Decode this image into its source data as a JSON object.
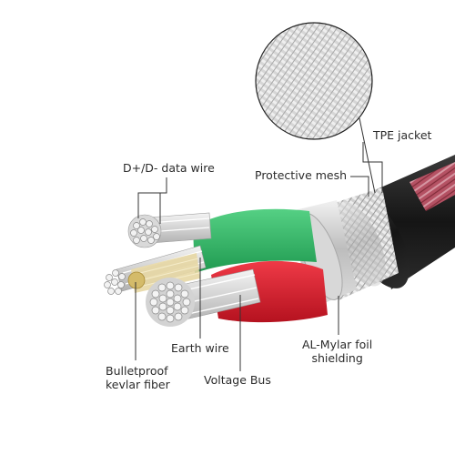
{
  "labels": {
    "data_wire": "D+/D- data wire",
    "tpe_jacket": "TPE jacket",
    "protective_mesh": "Protective mesh",
    "earth_wire": "Earth wire",
    "bulletproof_fiber": "Bulletproof\nkevlar fiber",
    "voltage_bus": "Voltage Bus",
    "al_mylar": "AL-Mylar foil\nshielding"
  },
  "colors": {
    "green_insulation": "#2fb463",
    "red_insulation": "#d9202e",
    "black_jacket": "#1e1e1e",
    "braid_accent": "#b84a5c",
    "foil": "#c9c9c9",
    "leader_line": "#333333"
  }
}
